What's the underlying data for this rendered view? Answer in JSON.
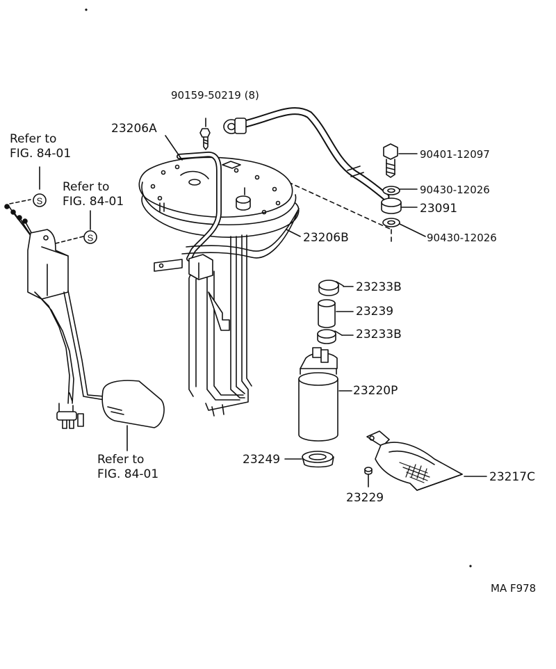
{
  "labels": {
    "bolt_90159": "90159-50219 (8)",
    "p23206A": "23206A",
    "p90401": "90401-12097",
    "p90430_top": "90430-12026",
    "p23091": "23091",
    "p90430_bot": "90430-12026",
    "p23206B": "23206B",
    "p23233B_top": "23233B",
    "p23239": "23239",
    "p23233B_bot": "23233B",
    "p23220P": "23220P",
    "p23249": "23249",
    "p23217C": "23217C",
    "p23229": "23229",
    "code": "MA  F978"
  },
  "refs": {
    "ref1": {
      "line1": "Refer to",
      "line2": "FIG. 84-01"
    },
    "ref2": {
      "line1": "Refer to",
      "line2": "FIG. 84-01"
    },
    "ref3": {
      "line1": "Refer to",
      "line2": "FIG. 84-01"
    }
  },
  "symbols": {
    "s1": "S",
    "s2": "S"
  }
}
